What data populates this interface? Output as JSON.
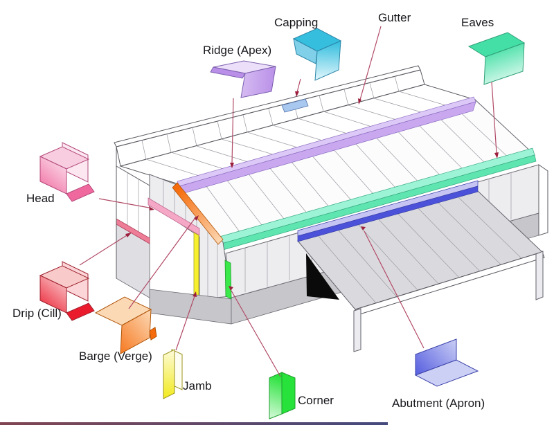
{
  "diagram_type": "building-flashings-diagram",
  "theme": {
    "background": "#ffffff",
    "arrow_line": "#b14a66",
    "arrow_head": "#9c1f3d",
    "ink": "#17171c"
  },
  "parts": {
    "ridge": {
      "label": "Ridge (Apex)",
      "c1": "#b98fe8",
      "c2": "#ecdff9",
      "strip": "#c9a8f0",
      "strip_edge": "#ddc9f7"
    },
    "capping": {
      "label": "Capping",
      "c1": "#35bede",
      "c2": "#e8f8fd",
      "strip": "#a9c8ef"
    },
    "gutter": {
      "label": "Gutter"
    },
    "eaves": {
      "label": "Eaves",
      "c1": "#44dfa6",
      "c2": "#dffaf0",
      "strip_top": "#9df3d6",
      "strip_face": "#5fe5b0"
    },
    "head": {
      "label": "Head",
      "c1": "#f0699e",
      "c2": "#fce7f1",
      "strip": "#f5a8c6"
    },
    "drip": {
      "label": "Drip (Cill)",
      "c1": "#ea1b2d",
      "c2": "#fbd5d8",
      "strip": "#ee7e97"
    },
    "barge": {
      "label": "Barge (Verge)",
      "c1": "#f56a0a",
      "c2": "#fcd9b5",
      "strip": "#f8821e"
    },
    "jamb": {
      "label": "Jamb",
      "c1": "#f2ea20",
      "c2": "#fdfbda",
      "strip": "#f6f02e"
    },
    "corner": {
      "label": "Corner",
      "c1": "#27e23a",
      "c2": "#d2f9d6",
      "strip": "#3ae84a"
    },
    "abutment": {
      "label": "Abutment (Apron)",
      "c1": "#525ade",
      "c2": "#ccd0f5",
      "strip_light": "#c6c4f3",
      "strip_dark": "#4b52d9"
    }
  }
}
